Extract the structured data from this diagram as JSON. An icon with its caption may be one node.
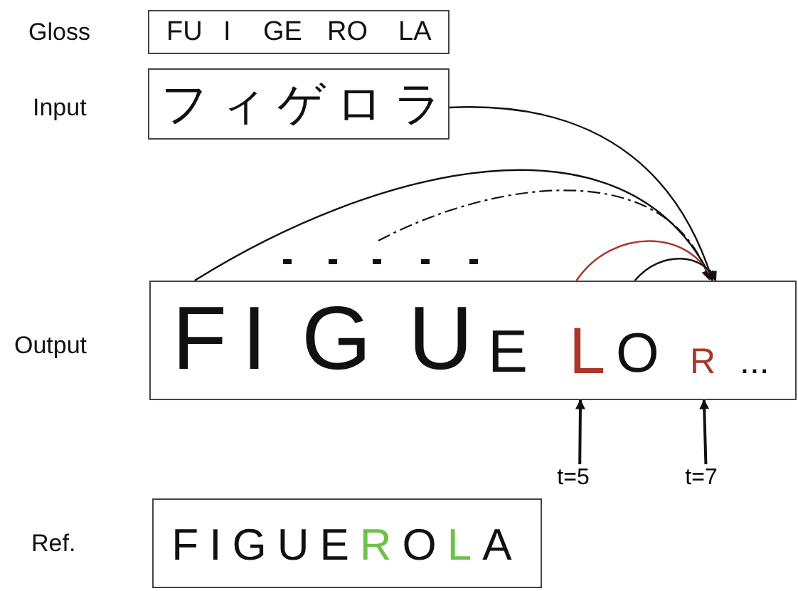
{
  "diagram": {
    "nodes": [
      {
        "text": [
          "FU",
          "I",
          "GE",
          "RO",
          "LA"
        ],
        "beside": [
          "Gloss"
        ]
      },
      {
        "text": [
          "フィゲロラ"
        ],
        "beside": [
          "Input"
        ]
      },
      {
        "text": [
          "F",
          "I",
          "G",
          "U",
          "E",
          "L",
          "O",
          "R",
          "..."
        ],
        "beside": [
          "Output"
        ]
      },
      {
        "text": [
          "t=5"
        ]
      },
      {
        "text": [
          "t=7"
        ]
      },
      {
        "text": [
          "FIGUEROLA"
        ],
        "beside": [
          "Ref."
        ]
      }
    ],
    "edges": [
      {
        "from": 1,
        "to": 2,
        "arrow": "to"
      },
      {
        "from": 2,
        "to": 2,
        "arrow": "to"
      },
      {
        "from": null,
        "to": 2,
        "arrow": "to",
        "style": "dashed"
      },
      {
        "from": 2,
        "to": 2,
        "arrow": "to",
        "color": "#a8382c"
      },
      {
        "from": 2,
        "to": 2,
        "arrow": "to"
      },
      {
        "from": 3,
        "to": 2,
        "arrow": "to"
      },
      {
        "from": 4,
        "to": 2,
        "arrow": "to"
      }
    ]
  }
}
